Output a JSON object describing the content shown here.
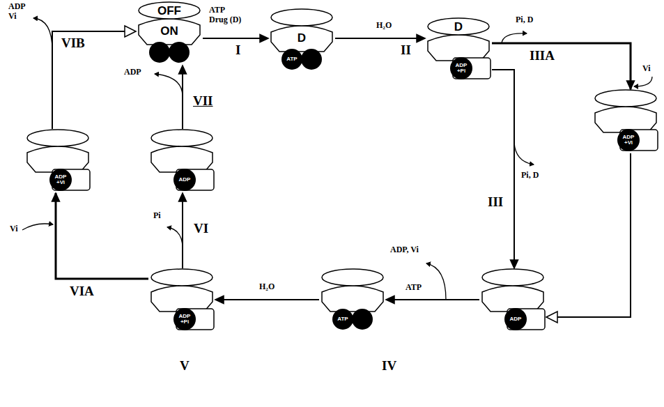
{
  "diagram": {
    "nodes": [
      {
        "text": [
          "OFF",
          "ON"
        ]
      },
      {
        "text": [
          "D",
          "ATP"
        ]
      },
      {
        "text": [
          "D",
          "ADP +Pi"
        ]
      },
      {
        "text": [
          "ADP +Vi"
        ]
      },
      {
        "text": [
          "ADP"
        ]
      },
      {
        "text": [
          "ATP"
        ]
      },
      {
        "text": [
          "ADP +Pi"
        ]
      },
      {
        "text": [
          "ADP"
        ]
      },
      {
        "text": [
          "ADP +Vi"
        ]
      }
    ],
    "edges": [
      {
        "from": 0,
        "to": 1,
        "arrow": "to",
        "label": "I"
      },
      {
        "from": 1,
        "to": 2,
        "arrow": "to",
        "label": "II"
      },
      {
        "from": 2,
        "to": 3,
        "arrow": "to",
        "label": "IIIA"
      },
      {
        "from": 2,
        "to": 4,
        "arrow": "to",
        "label": "III"
      },
      {
        "from": 3,
        "to": 4,
        "arrow": "to"
      },
      {
        "from": 4,
        "to": 5,
        "arrow": "to",
        "label": "IV"
      },
      {
        "from": 5,
        "to": 6,
        "arrow": "to",
        "label": "V"
      },
      {
        "from": 6,
        "to": 8,
        "arrow": "to",
        "label": "VIA"
      },
      {
        "from": 6,
        "to": 7,
        "arrow": "to",
        "label": "VI"
      },
      {
        "from": 7,
        "to": 0,
        "arrow": "to",
        "label": "VII"
      },
      {
        "from": 8,
        "to": 0,
        "arrow": "to",
        "label": "VIB"
      }
    ],
    "labels": [
      "ADP Vi",
      "ATP Drug (D)",
      "H₂O",
      "Pi, D",
      "Vi",
      "Pi, D",
      "ADP, Vi",
      "ATP",
      "H₂O",
      "Pi",
      "ADP",
      "Vi"
    ]
  }
}
